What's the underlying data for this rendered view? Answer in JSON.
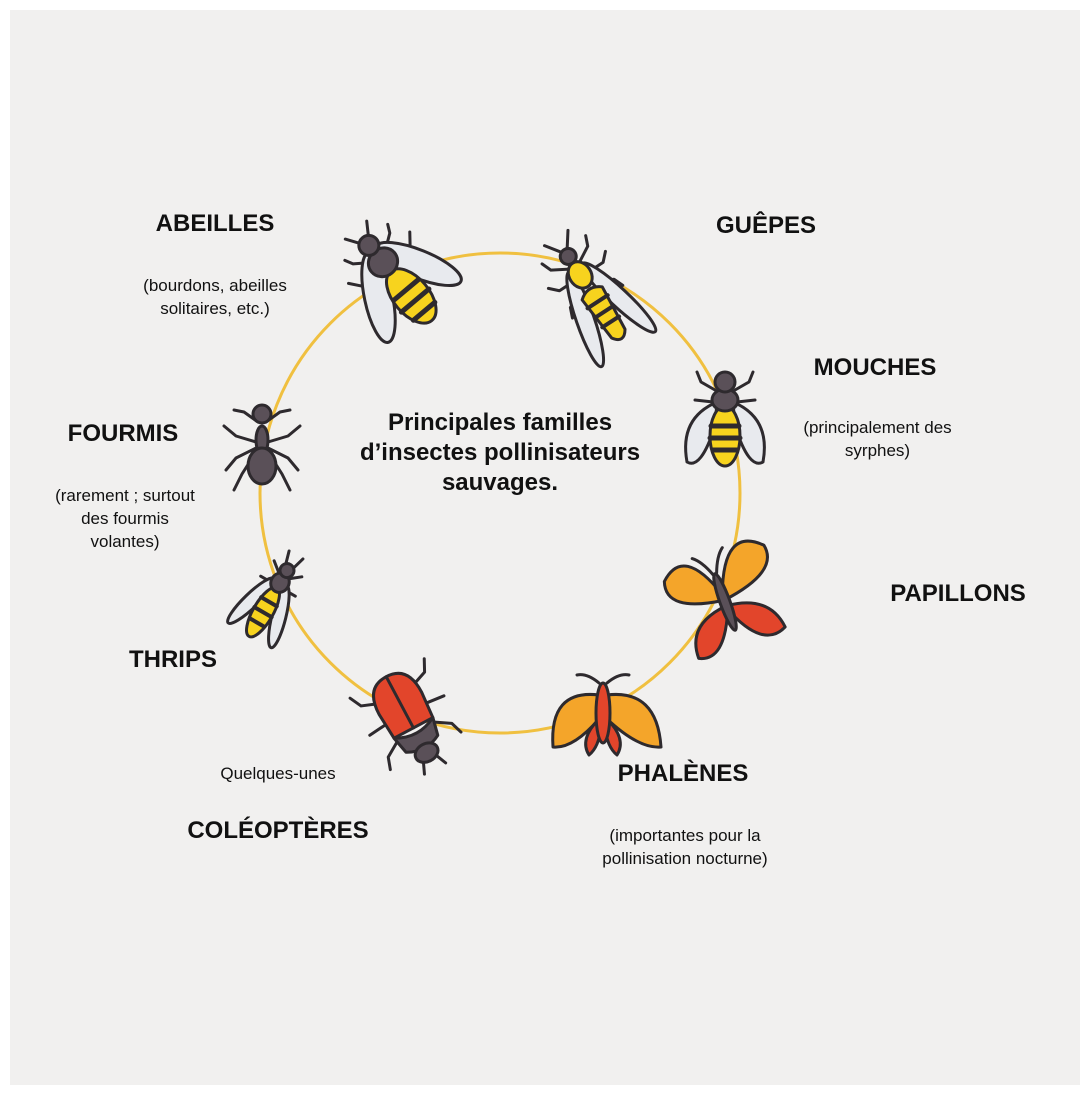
{
  "center_title": {
    "line1": "Principales familles",
    "line2": "d’insectes pollinisateurs",
    "line3": "sauvages."
  },
  "colors": {
    "background": "#f1f0ef",
    "ring": "#f0c040",
    "outline": "#2e2a2e",
    "body_dark": "#5a5058",
    "yellow": "#f7d31e",
    "orange": "#f4a52a",
    "red": "#e2452b",
    "wing": "#e8eaee"
  },
  "groups": {
    "abeilles": {
      "name": "ABEILLES",
      "note1": "(bourdons, abeilles",
      "note2": "solitaires, etc.)",
      "icon": "bee-icon"
    },
    "guepes": {
      "name": "GUÊPES",
      "icon": "wasp-icon"
    },
    "mouches": {
      "name": "MOUCHES",
      "note1": "(principalement des",
      "note2": "syrphes)",
      "icon": "fly-icon"
    },
    "papillons": {
      "name": "PAPILLONS",
      "icon": "butterfly-icon"
    },
    "phalenes": {
      "name": "PHALÈNES",
      "note1": "(importantes pour la",
      "note2": "pollinisation nocturne)",
      "icon": "moth-icon"
    },
    "coleopteres": {
      "name": "COLÉOPTÈRES",
      "note": "Quelques-unes",
      "icon": "beetle-icon"
    },
    "thrips": {
      "name": "THRIPS",
      "icon": "thrips-icon"
    },
    "fourmis": {
      "name": "FOURMIS",
      "note1": "(rarement ; surtout",
      "note2": "des fourmis",
      "note3": "volantes)",
      "icon": "ant-icon"
    }
  }
}
